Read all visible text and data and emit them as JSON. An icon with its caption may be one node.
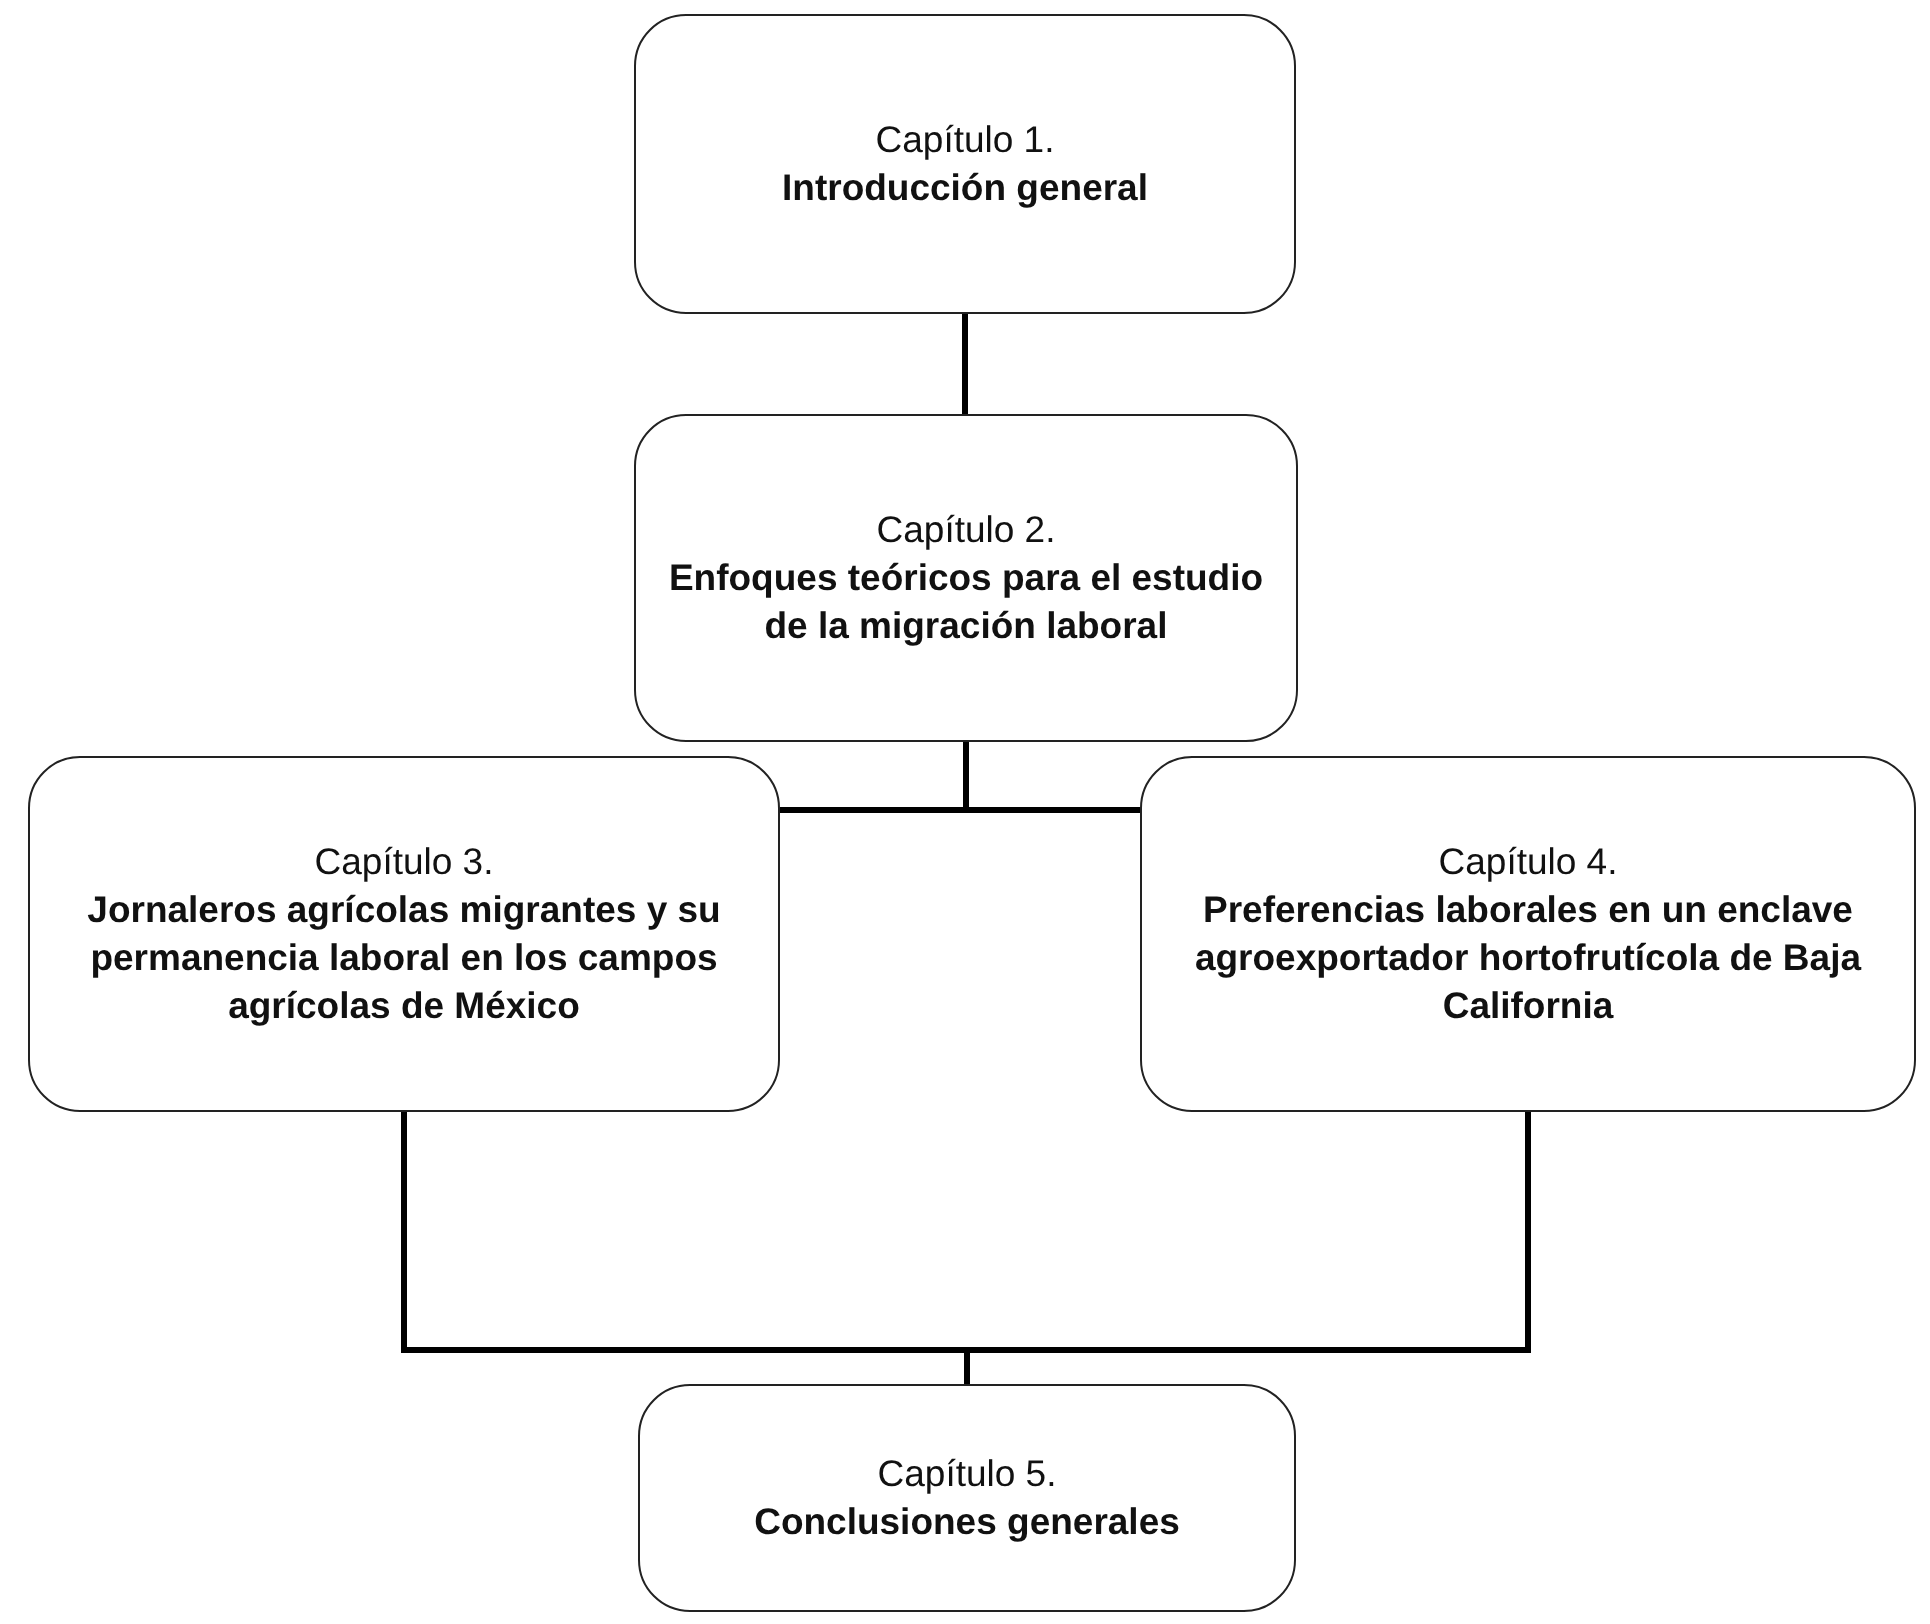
{
  "diagram": {
    "nodes": [
      {
        "text": [
          "Capítulo 1.",
          "Introducción general"
        ]
      },
      {
        "text": [
          "Capítulo 2.",
          "Enfoques teóricos para el estudio de la migración laboral"
        ]
      },
      {
        "text": [
          "Capítulo 3.",
          "Jornaleros agrícolas migrantes y su permanencia laboral en los campos agrícolas de México"
        ]
      },
      {
        "text": [
          "Capítulo 4.",
          "Preferencias laborales en un enclave agroexportador hortofrutícola de Baja California"
        ]
      },
      {
        "text": [
          "Capítulo 5.",
          "Conclusiones generales"
        ]
      }
    ],
    "edges": [
      {
        "from": 0,
        "to": 1,
        "arrow": "none"
      },
      {
        "from": 1,
        "to": 2,
        "arrow": "none"
      },
      {
        "from": 1,
        "to": 3,
        "arrow": "none"
      },
      {
        "from": 2,
        "to": 4,
        "arrow": "none"
      },
      {
        "from": 3,
        "to": 4,
        "arrow": "none"
      }
    ]
  }
}
